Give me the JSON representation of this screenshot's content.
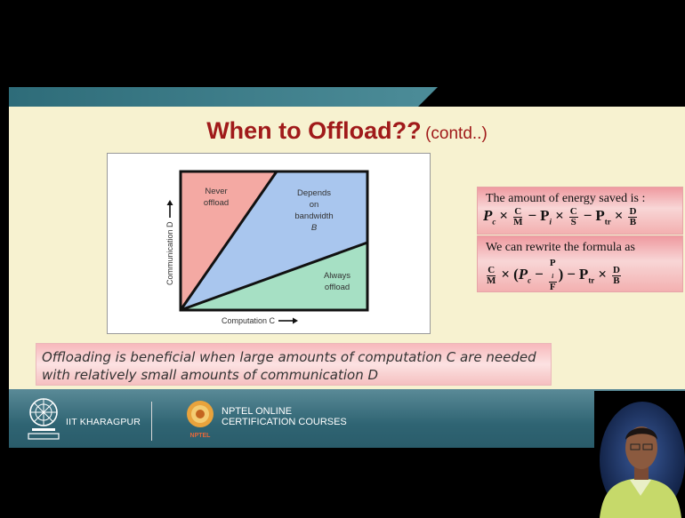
{
  "slide": {
    "title_main": "When to Offload??",
    "title_sub": "(contd..)",
    "note_line1": "Offloading is beneficial when large amounts of computation C are needed",
    "note_line2": "with relatively small amounts of communication D"
  },
  "figure": {
    "xlabel": "Computation C",
    "ylabel": "Communication D",
    "region_never_1": "Never",
    "region_never_2": "offload",
    "region_depends_1": "Depends",
    "region_depends_2": "on",
    "region_depends_3": "bandwidth",
    "region_depends_4": "B",
    "region_always_1": "Always",
    "region_always_2": "offload"
  },
  "formula1": {
    "intro": "The amount of energy saved is :",
    "Pc": "P",
    "c": "c",
    "times": "×",
    "C": "C",
    "M": "M",
    "minus": "−",
    "Pi": "P",
    "i": "i",
    "S": "S",
    "Ptr": "P",
    "tr": "tr",
    "D": "D",
    "B": "B"
  },
  "formula2": {
    "intro": "We can rewrite the formula as",
    "open": "(",
    "close": ")",
    "Pi_num": "P",
    "F": "F"
  },
  "footer": {
    "iit": "IIT KHARAGPUR",
    "nptel_line1": "NPTEL ONLINE",
    "nptel_line2": "CERTIFICATION COURSES",
    "nptel_logo_text": "NPTEL"
  },
  "colors": {
    "title": "#a01a1a",
    "slide_bg": "#f7f2d0",
    "footer": "#2f6473",
    "never_region": "#f4a9a3",
    "depends_region": "#a9c6ee",
    "always_region": "#a6e0c4"
  }
}
